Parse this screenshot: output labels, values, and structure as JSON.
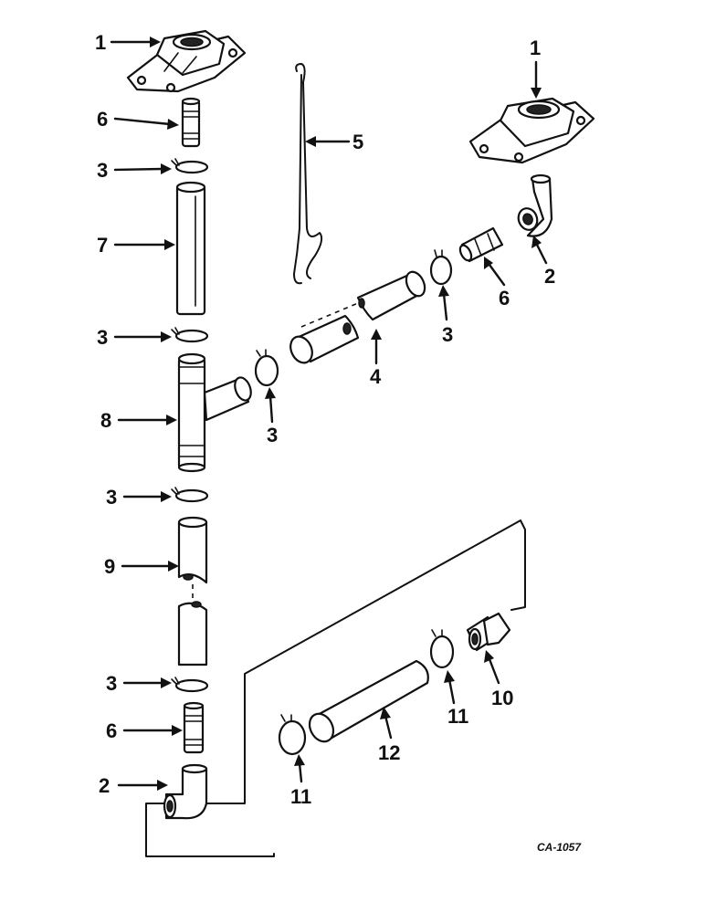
{
  "diagram": {
    "callouts": {
      "c1a": "1",
      "c1b": "1",
      "c2a": "2",
      "c2b": "2",
      "c3a": "3",
      "c3b": "3",
      "c3c": "3",
      "c3d": "3",
      "c3e": "3",
      "c3f": "3",
      "c4": "4",
      "c5": "5",
      "c6a": "6",
      "c6b": "6",
      "c6c": "6",
      "c7": "7",
      "c8": "8",
      "c9": "9",
      "c10": "10",
      "c11a": "11",
      "c11b": "11",
      "c12": "12"
    },
    "drawing_code": "CA-1057"
  }
}
